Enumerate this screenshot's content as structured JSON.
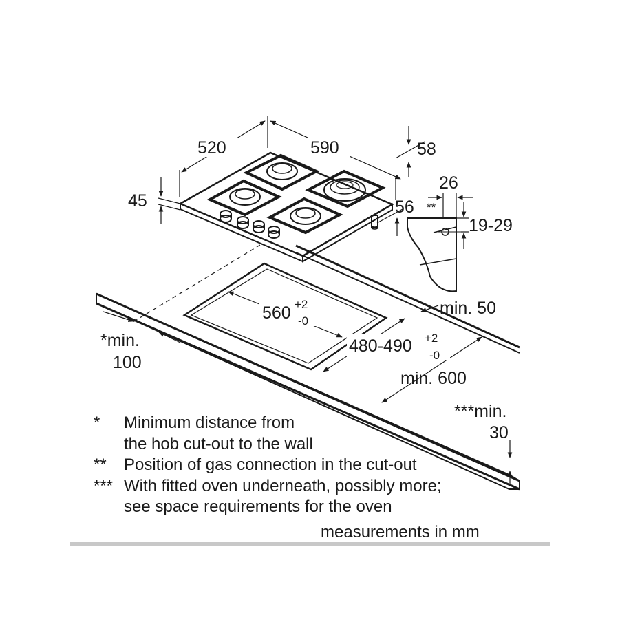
{
  "dimensions": {
    "depth": "520",
    "width": "590",
    "front_clearance": "58",
    "height": "45",
    "gas_offset": "26",
    "gas_side": "56",
    "gas_mark": "**",
    "gas_height": "19-29",
    "cutout_width": "560",
    "cutout_width_tol_plus": "+2",
    "cutout_width_tol_minus": "-0",
    "cutout_depth": "480-490",
    "cutout_depth_tol_plus": "+2",
    "cutout_depth_tol_minus": "-0",
    "min_front": "min. 50",
    "min_wall": "*min.",
    "min_wall_value": "100",
    "min_worktop": "min. 600",
    "min_oven": "***min.",
    "min_oven_value": "30"
  },
  "notes": [
    {
      "mark": "*",
      "lines": [
        "Minimum distance from",
        "the hob cut-out to the wall"
      ]
    },
    {
      "mark": "**",
      "lines": [
        "Position of gas connection in the cut-out"
      ]
    },
    {
      "mark": "***",
      "lines": [
        "With fitted oven underneath, possibly more;",
        "see space requirements for the oven"
      ]
    }
  ],
  "units": "measurements in mm"
}
